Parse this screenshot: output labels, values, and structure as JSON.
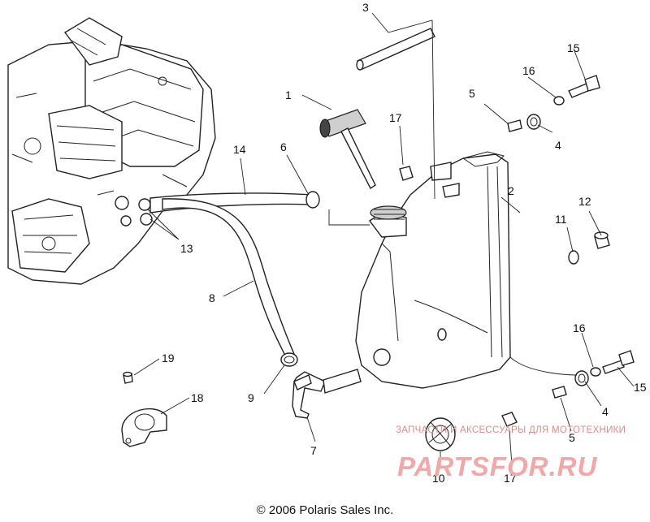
{
  "callouts": [
    "1",
    "2",
    "3",
    "4",
    "4",
    "5",
    "5",
    "6",
    "7",
    "8",
    "9",
    "10",
    "11",
    "12",
    "13",
    "14",
    "15",
    "15",
    "16",
    "16",
    "17",
    "17",
    "18",
    "19"
  ],
  "copyright": "© 2006 Polaris Sales Inc.",
  "watermark": {
    "subtitle": "ЗАПЧАСТИ И АКСЕССУАРЫ ДЛЯ МОТОТЕХНИКИ",
    "logo": "PARTSFOR.RU"
  }
}
